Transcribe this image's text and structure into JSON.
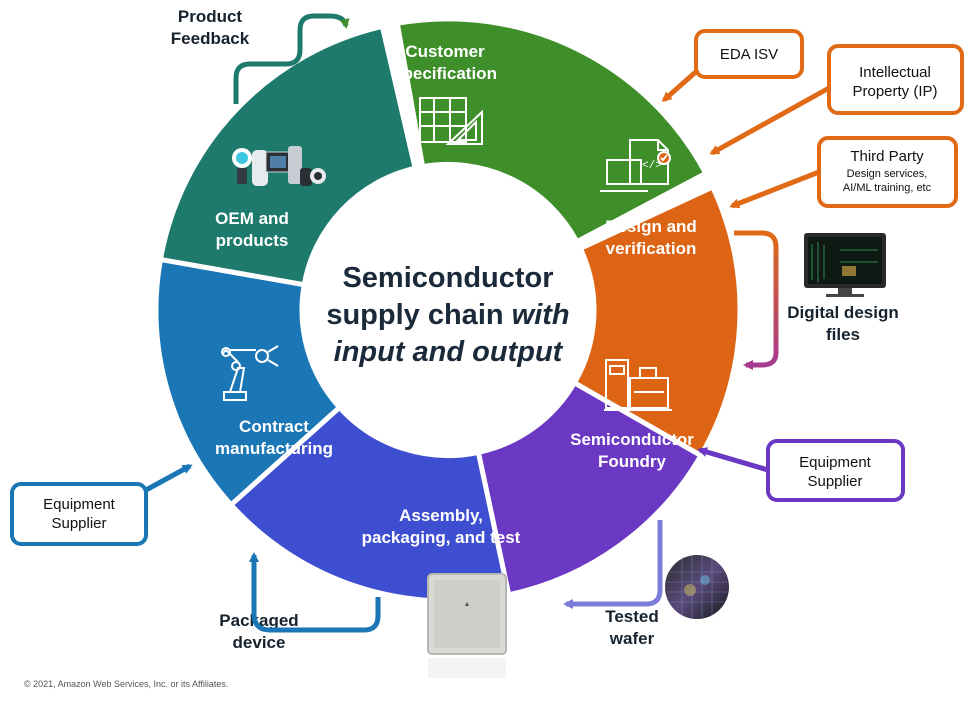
{
  "center": {
    "line1": "Semiconductor",
    "line2_plain": "supply chain ",
    "line2_italic": "with",
    "line3": "input and output"
  },
  "segments": {
    "customer": {
      "line1": "Customer",
      "line2": "specification",
      "color": "#3e8e2a"
    },
    "design": {
      "line1": "Design and",
      "line2": "verification",
      "color": "#dc6414"
    },
    "foundry": {
      "line1": "Semiconductor",
      "line2": "Foundry",
      "color": "#6a38c2"
    },
    "assembly": {
      "line1": "Assembly,",
      "line2": "packaging, and test",
      "color": "#3d4ed0"
    },
    "contract": {
      "line1": "Contract",
      "line2": "manufacturing",
      "color": "#1a76b5"
    },
    "oem": {
      "line1": "OEM and",
      "line2": "products",
      "color": "#1d7a6c"
    }
  },
  "external": {
    "product_feedback": {
      "line1": "Product",
      "line2": "Feedback"
    },
    "digital_design_files": {
      "line1": "Digital design",
      "line2": "files"
    },
    "tested_wafer": {
      "line1": "Tested",
      "line2": "wafer"
    },
    "packaged_device": {
      "line1": "Packaged",
      "line2": "device"
    }
  },
  "boxes": {
    "eda": {
      "text": "EDA ISV",
      "color": "#e06a15"
    },
    "ip": {
      "line1": "Intellectual",
      "line2": "Property (IP)",
      "color": "#e06a15"
    },
    "third_party": {
      "line1": "Third Party",
      "line2": "Design services,",
      "line3": "AI/ML training, etc",
      "color": "#e06a15"
    },
    "equipment_right": {
      "line1": "Equipment",
      "line2": "Supplier",
      "color": "#6a38c2"
    },
    "equipment_left": {
      "line1": "Equipment",
      "line2": "Supplier",
      "color": "#1a76b5"
    }
  },
  "icons": [
    "blueprint-icon",
    "code-document-laptop-icon",
    "foundry-machine-icon",
    "chip-package-image",
    "robot-arm-icon",
    "smart-devices-image",
    "monitor-image",
    "wafer-image"
  ],
  "copyright": "© 2021, Amazon Web Services, Inc. or its Affiliates."
}
